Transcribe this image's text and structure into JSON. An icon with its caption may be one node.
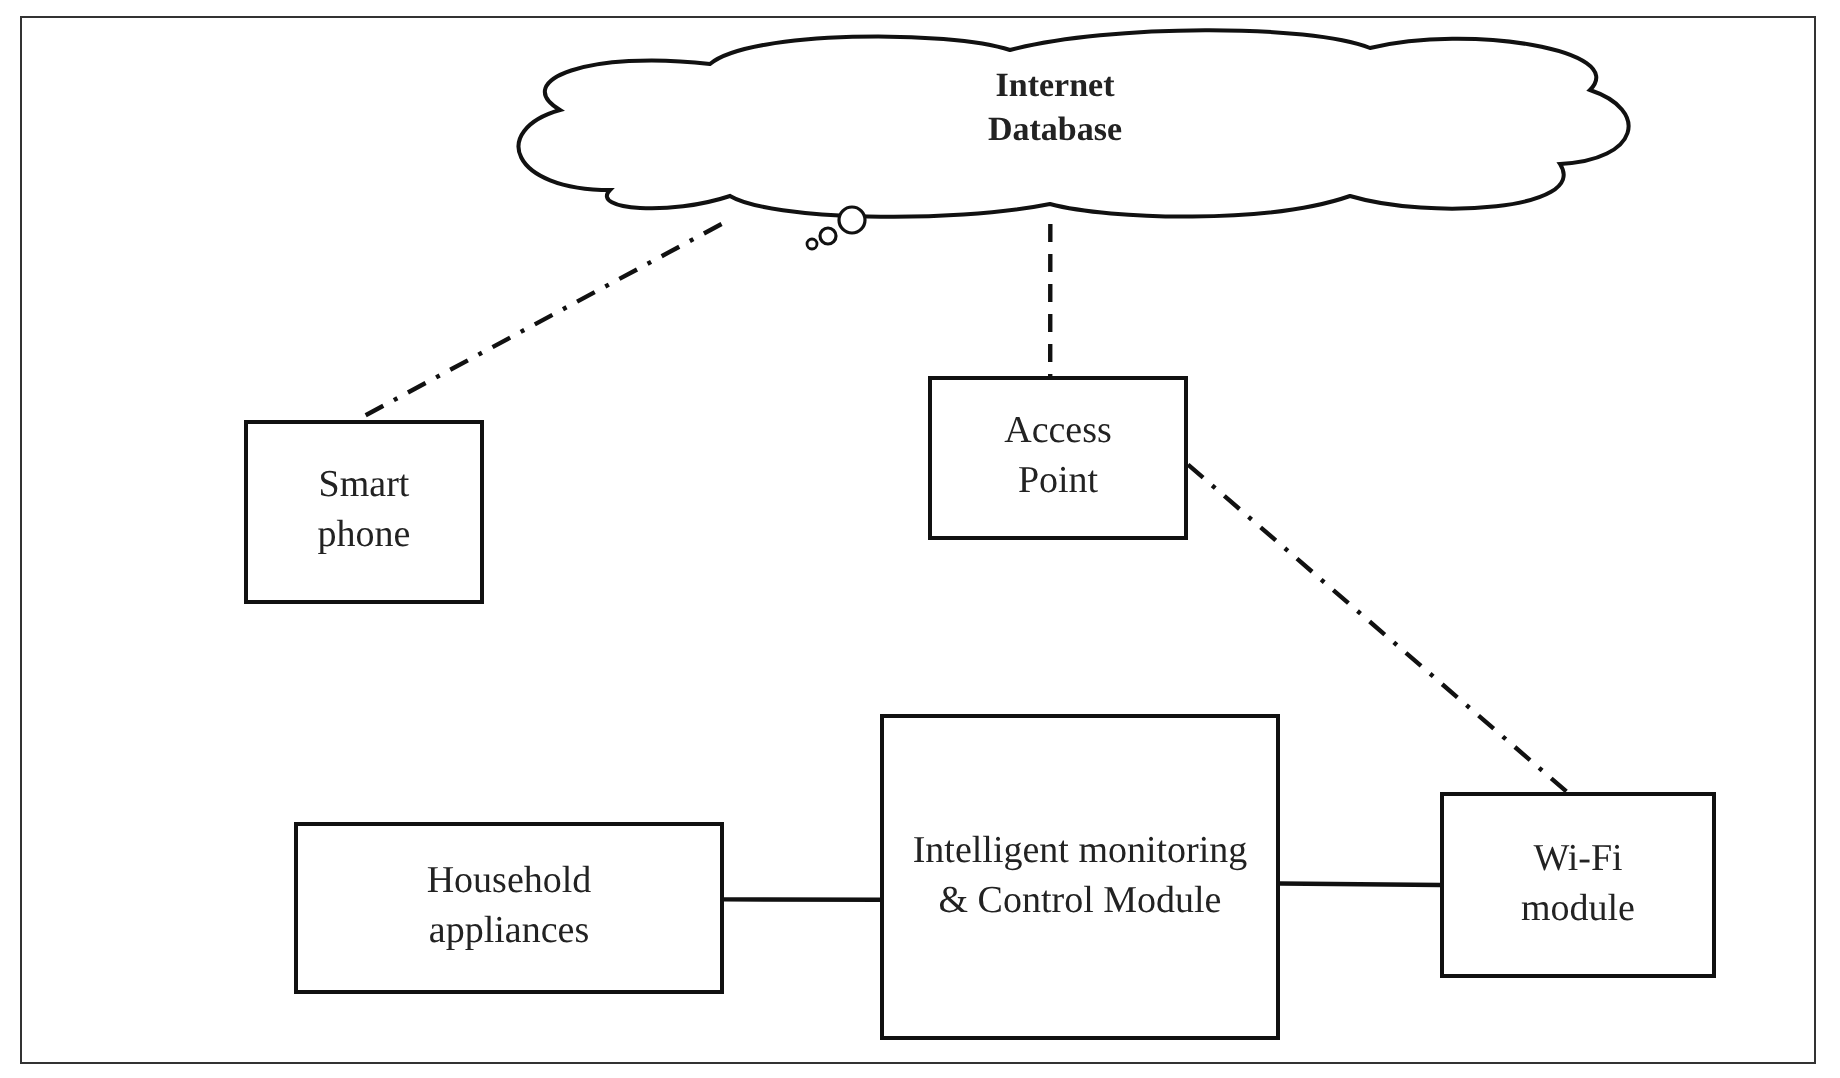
{
  "diagram": {
    "nodes": [
      {
        "text": [
          "Internet Database"
        ]
      },
      {
        "text": [
          "Smart phone"
        ]
      },
      {
        "text": [
          "Access Point"
        ]
      },
      {
        "text": [
          "Household appliances"
        ]
      },
      {
        "text": [
          "Intelligent monitoring & Control Module"
        ]
      },
      {
        "text": [
          "Wi-Fi module"
        ]
      }
    ],
    "edges": [
      {
        "from": 0,
        "to": 1,
        "arrow": "none",
        "style": "dashed"
      },
      {
        "from": 0,
        "to": 2,
        "arrow": "none",
        "style": "dashed"
      },
      {
        "from": 2,
        "to": 5,
        "arrow": "none",
        "style": "dashed"
      },
      {
        "from": 3,
        "to": 4,
        "arrow": "none"
      },
      {
        "from": 4,
        "to": 5,
        "arrow": "none"
      }
    ]
  }
}
